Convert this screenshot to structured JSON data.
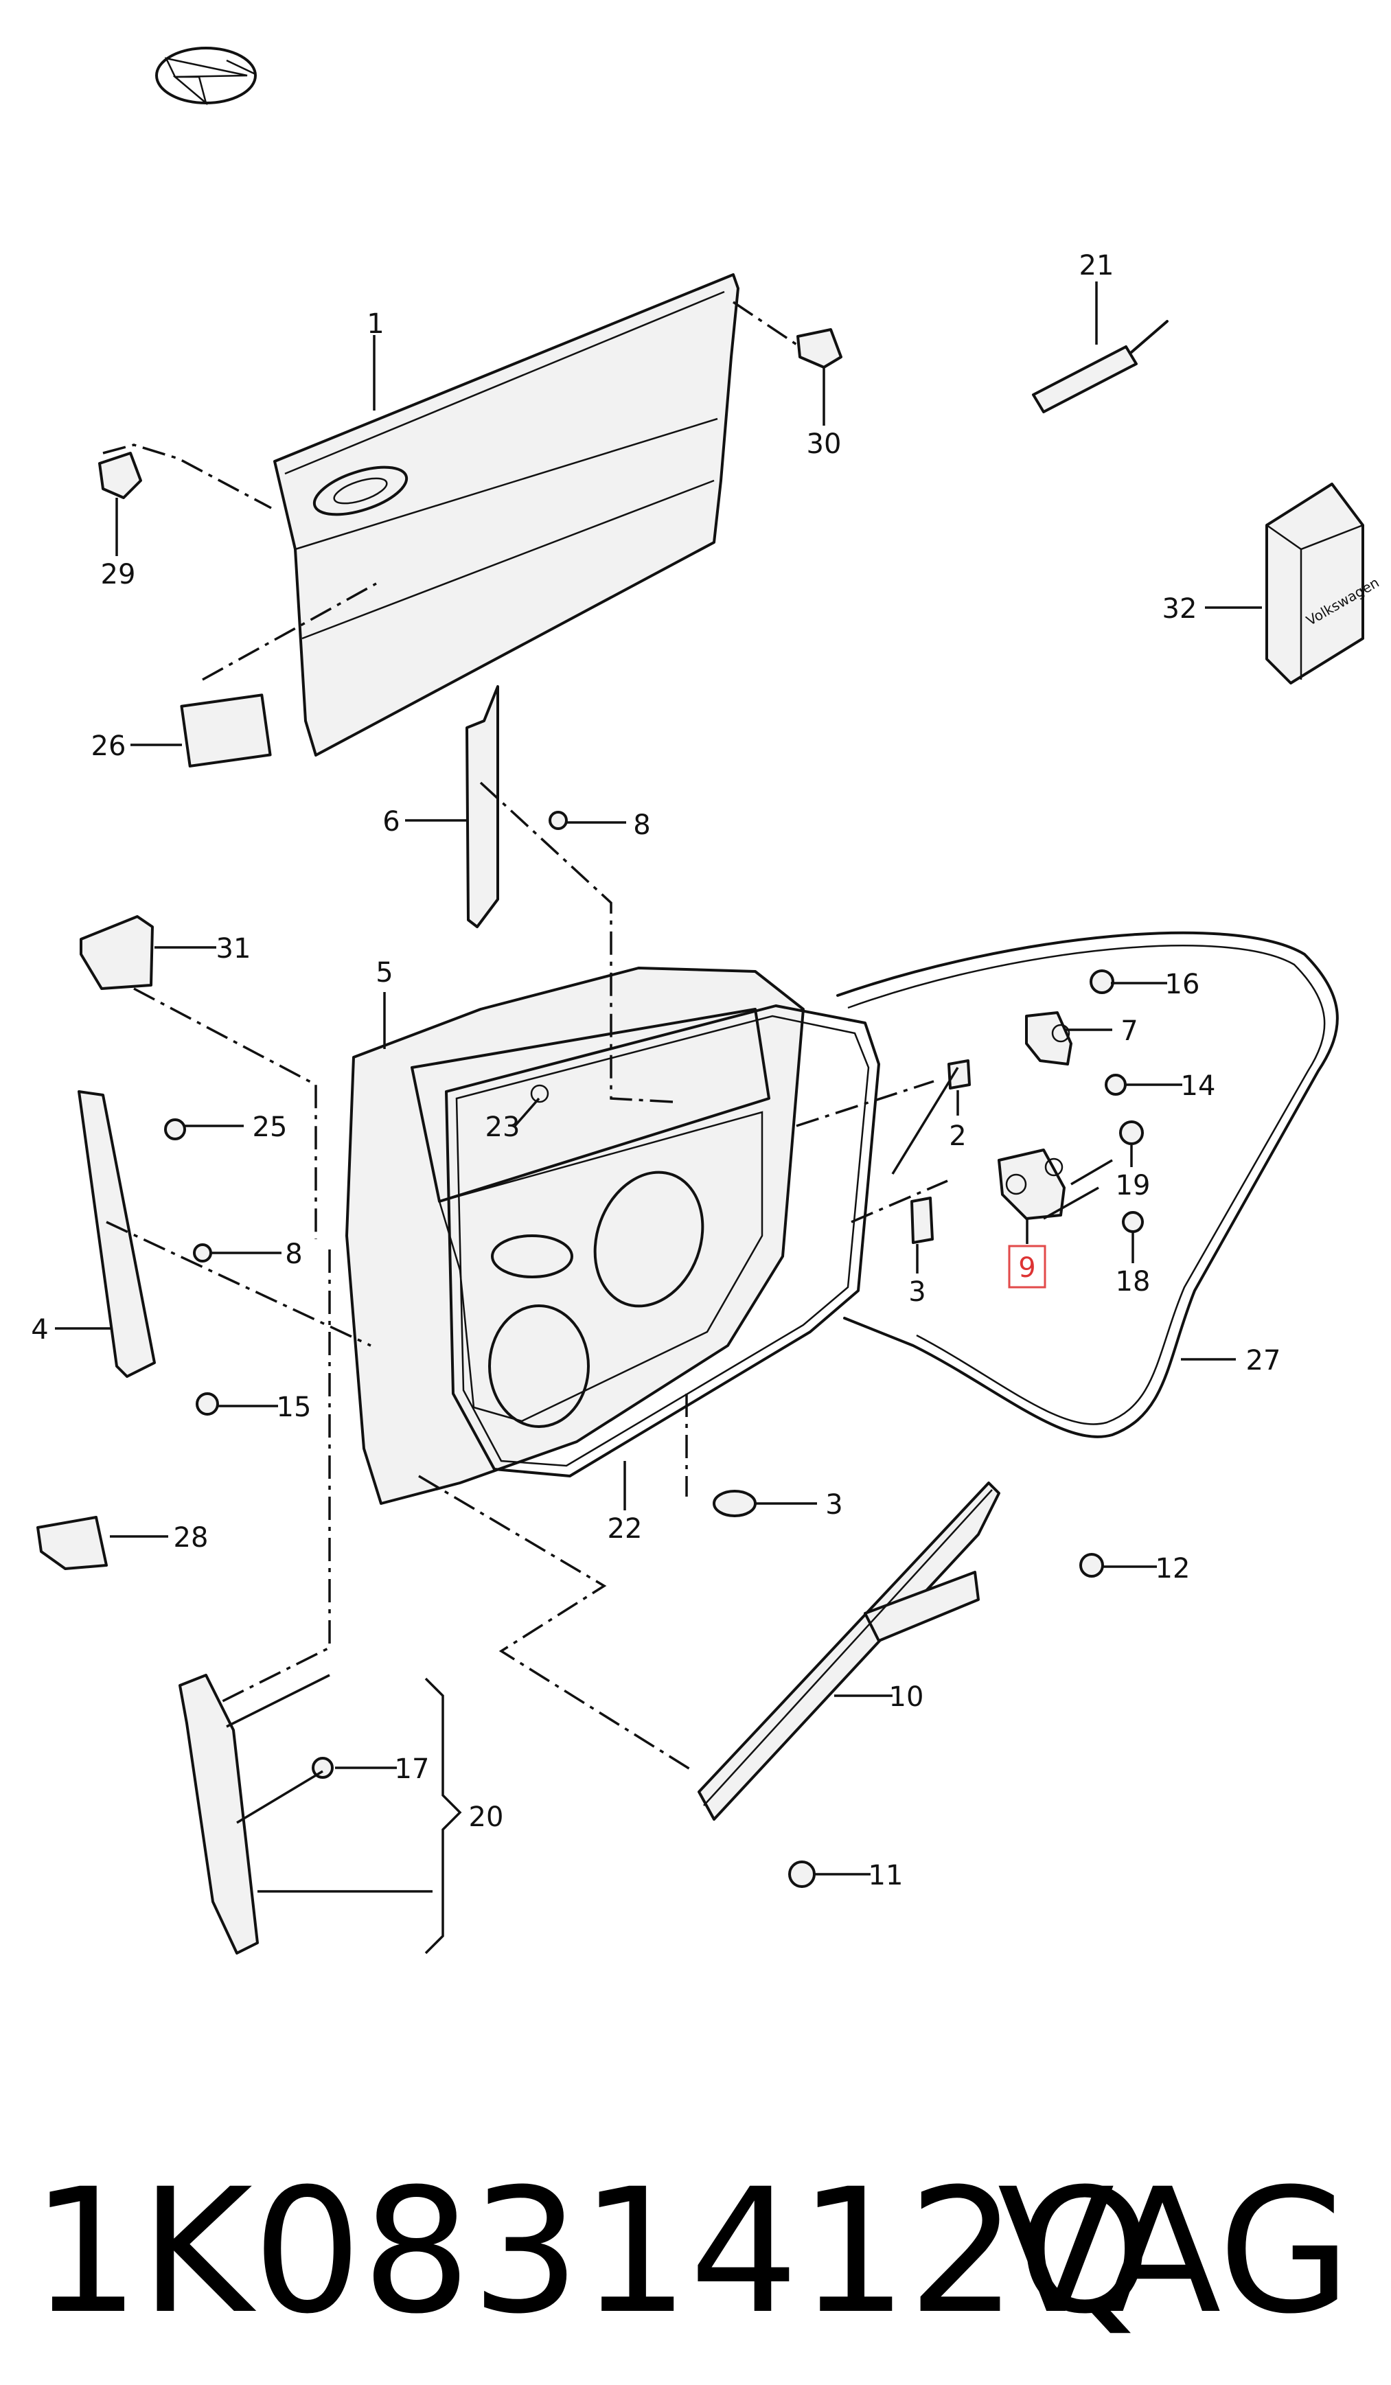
{
  "callouts": [
    "1",
    "2",
    "3",
    "3",
    "4",
    "5",
    "6",
    "7",
    "8",
    "8",
    "9",
    "10",
    "11",
    "12",
    "14",
    "15",
    "16",
    "17",
    "18",
    "19",
    "20",
    "21",
    "22",
    "23",
    "25",
    "26",
    "27",
    "28",
    "29",
    "30",
    "31",
    "32"
  ],
  "highlighted_callout": "9",
  "package_brand_text": "Volkswagen",
  "footer": {
    "part_number": "1K0831412Q",
    "brand": "VAG"
  }
}
